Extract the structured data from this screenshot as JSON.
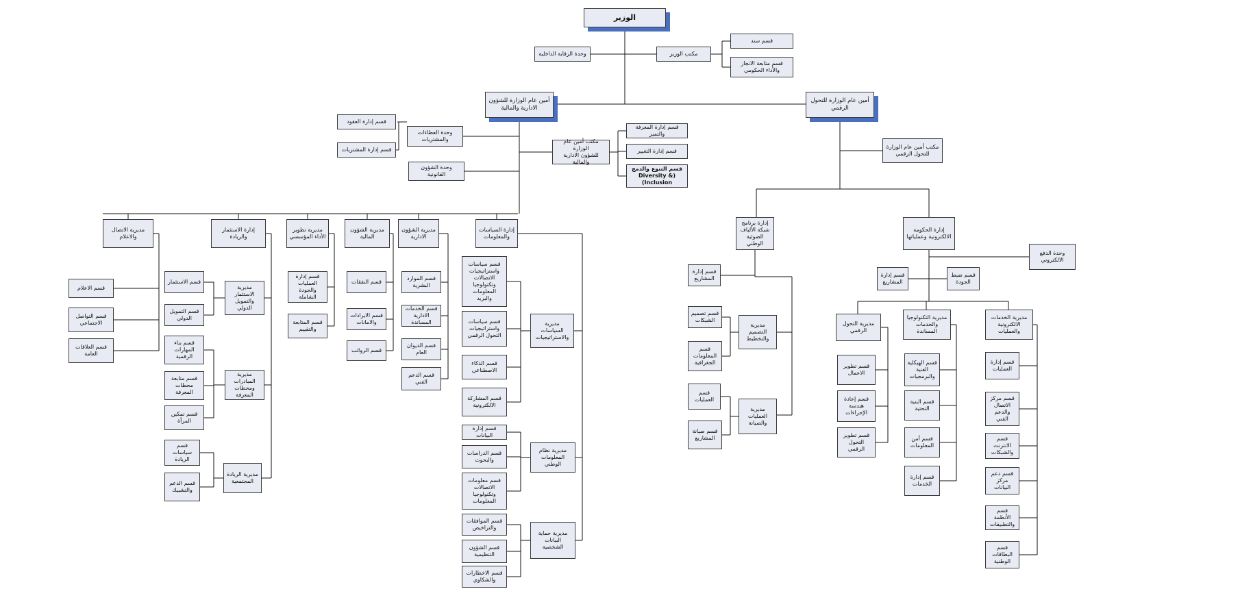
{
  "chart": {
    "nodes": [
      {
        "id": "minister",
        "label": "الوزير",
        "bold": true,
        "shadow": true
      },
      {
        "id": "office",
        "label": "مكتب الوزير"
      },
      {
        "id": "sanad",
        "label": "قسم سند"
      },
      {
        "id": "followup",
        "label": "قسم متابعة الانجاز\nوالأداء الحكومي"
      },
      {
        "id": "audit",
        "label": "وحدة الرقابة الداخلية"
      },
      {
        "id": "sg_admin",
        "label": "أمين عام الوزارة للشؤون\nالادارية والمالية",
        "shadow": true
      },
      {
        "id": "sg_digital",
        "label": "أمين عام الوزارة للتحول\nالرقمي",
        "shadow": true
      },
      {
        "id": "contracts",
        "label": "قسم إدارة العقود"
      },
      {
        "id": "procure_unit",
        "label": "وحدة العطاءات\nوالمشتريات"
      },
      {
        "id": "purchases",
        "label": "قسم إدارة المشتريات"
      },
      {
        "id": "legal",
        "label": "وحدة الشؤون\nالقانونية"
      },
      {
        "id": "sg_admin_office",
        "label": "مكتب أمين عام الوزارة\nللشؤون الادارية والمالية"
      },
      {
        "id": "knowledge",
        "label": "قسم إدارة المعرفة والتميز"
      },
      {
        "id": "change",
        "label": "قسم إدارة التغيير"
      },
      {
        "id": "diversity",
        "label": "قسم التنوع والدمج\n(Diversity & Inclusion)",
        "bold": true
      },
      {
        "id": "sg_digital_office",
        "label": "مكتب أمين عام الوزارة\nللتحول الرقمي"
      },
      {
        "id": "comm",
        "label": "مديرية الاتصال\nوالاعلام"
      },
      {
        "id": "invest",
        "label": "إدارة الاستثمار والريادة"
      },
      {
        "id": "instdev",
        "label": "مديرية تطوير\nالأداء المؤسسي"
      },
      {
        "id": "finance",
        "label": "مديرية الشؤون\nالمالية"
      },
      {
        "id": "adminaff",
        "label": "مديرية الشؤون\nالادارية"
      },
      {
        "id": "policies",
        "label": "إدارة السياسات\nوالمعلومات"
      },
      {
        "id": "media",
        "label": "قسم الاعلام"
      },
      {
        "id": "social",
        "label": "قسم التواصل\nالاجتماعي"
      },
      {
        "id": "pr",
        "label": "قسم العلاقات\nالعامة"
      },
      {
        "id": "invest_sec",
        "label": "قسم الاستثمار"
      },
      {
        "id": "intl_fund",
        "label": "قسم التمويل\nالدولي"
      },
      {
        "id": "dir_invest",
        "label": "مديرية الاستثمار\nوالتمويل الدولي"
      },
      {
        "id": "digital_skills",
        "label": "قسم بناء\nالمهارات الرقمية"
      },
      {
        "id": "knowledge_st",
        "label": "قسم متابعة\nمحطات المعرفة"
      },
      {
        "id": "women",
        "label": "قسم تمكين\nالمرأة"
      },
      {
        "id": "dir_initiatives",
        "label": "مديرية المبادرات\nومحطات المعرفة"
      },
      {
        "id": "entre_pol",
        "label": "قسم سياسات\nالريادة"
      },
      {
        "id": "support_net",
        "label": "قسم الدعم\nوالتشبيك"
      },
      {
        "id": "dir_entre",
        "label": "مديرية الريادة\nالمجتمعية"
      },
      {
        "id": "ops_quality",
        "label": "قسم إدارة\nالعمليات\nوالجودة الشاملة"
      },
      {
        "id": "eval",
        "label": "قسم المتابعة\nوالتقييم"
      },
      {
        "id": "expenses",
        "label": "قسم النفقات"
      },
      {
        "id": "revenues",
        "label": "قسم الايرادات\nوالامانات"
      },
      {
        "id": "salaries",
        "label": "قسم الرواتب"
      },
      {
        "id": "hr",
        "label": "قسم الموارد\nالبشرية"
      },
      {
        "id": "admin_services",
        "label": "قسم الخدمات\nالادارية المساندة"
      },
      {
        "id": "diwan",
        "label": "قسم الديوان\nالعام"
      },
      {
        "id": "tech_support",
        "label": "قسم الدعم\nالفني"
      },
      {
        "id": "ict_pol",
        "label": "قسم سياسات\nواستراتيجيات\nالاتصالات\nوتكنولوجيا\nالمعلومات والبريد"
      },
      {
        "id": "dt_pol",
        "label": "قسم سياسات\nواستراتيجيات\nالتحول الرقمي"
      },
      {
        "id": "ai",
        "label": "قسم الذكاء\nالاصطناعي"
      },
      {
        "id": "eparticip",
        "label": "قسم المشاركة\nالالكترونية"
      },
      {
        "id": "dir_policies",
        "label": "مديرية السياسات\nوالاستراتيجيات"
      },
      {
        "id": "data_mgmt",
        "label": "قسم إدارة البيانات"
      },
      {
        "id": "studies",
        "label": "قسم الدراسات\nوالبحوث"
      },
      {
        "id": "ict_info",
        "label": "قسم معلومات\nالاتصالات\nوتكنولوجيا\nالمعلومات"
      },
      {
        "id": "dir_nis",
        "label": "مديرية نظام\nالمعلومات الوطني"
      },
      {
        "id": "approvals",
        "label": "قسم الموافقات\nوالتراخيص"
      },
      {
        "id": "reg_aff",
        "label": "قسم الشؤون\nالتنظيمية"
      },
      {
        "id": "notices",
        "label": "قسم الاخطارات\nوالشكاوي"
      },
      {
        "id": "dir_pdp",
        "label": "مديرية حماية\nالبيانات\nالشخصية"
      },
      {
        "id": "fiber",
        "label": "إدارة برنامج\nشبكة الألياف\nالضوئية الوطني"
      },
      {
        "id": "egov",
        "label": "إدارة الحكومة\nالالكترونية وعملياتها"
      },
      {
        "id": "epay",
        "label": "وحدة الدفع\nالالكتروني"
      },
      {
        "id": "fiber_proj",
        "label": "قسم إدارة\nالمشاريع"
      },
      {
        "id": "net_design",
        "label": "قسم تصميم\nالشبكات"
      },
      {
        "id": "geo",
        "label": "قسم\nالمعلومات\nالجغرافية"
      },
      {
        "id": "dir_design",
        "label": "مديرية\nالتصميم\nوالتخطيط"
      },
      {
        "id": "fiber_ops",
        "label": "قسم\nالعمليات"
      },
      {
        "id": "proj_maint",
        "label": "قسم صيانة\nالمشاريع"
      },
      {
        "id": "dir_opsmaint",
        "label": "مديرية\nالعمليات\nوالصيانة"
      },
      {
        "id": "egov_proj",
        "label": "قسم إدارة\nالمشاريع"
      },
      {
        "id": "qc",
        "label": "قسم ضبط\nالجودة"
      },
      {
        "id": "dir_dt",
        "label": "مديرية التحول\nالرقمي"
      },
      {
        "id": "dir_tech",
        "label": "مديرية التكنولوجيا\nوالخدمات المساندة"
      },
      {
        "id": "dir_eservices",
        "label": "مديرية الخدمات\nالالكترونية\nوالعمليات"
      },
      {
        "id": "biz_dev",
        "label": "قسم تطوير\nالاعمال"
      },
      {
        "id": "reeng",
        "label": "قسم إعادة\nهندسة\nالإجراءات"
      },
      {
        "id": "dt_dev",
        "label": "قسم تطوير\nالتحول الرقمي"
      },
      {
        "id": "arch",
        "label": "قسم الهيكلية\nالفنية\nوالبرمجيات"
      },
      {
        "id": "infra",
        "label": "قسم البنية\nالتحتية"
      },
      {
        "id": "infosec",
        "label": "قسم أمن\nالمعلومات"
      },
      {
        "id": "svc_mgmt",
        "label": "قسم إدارة\nالخدمات"
      },
      {
        "id": "ops_mgmt",
        "label": "قسم إدارة\nالعمليات"
      },
      {
        "id": "contact",
        "label": "قسم مركز\nالاتصال\nوالدعم الفني"
      },
      {
        "id": "internet",
        "label": "قسم الانترنت\nوالشبكات"
      },
      {
        "id": "dc",
        "label": "قسم دعم\nمركز البيانات"
      },
      {
        "id": "systems",
        "label": "قسم الأنظمة\nوالتطبيقات"
      },
      {
        "id": "id_cards",
        "label": "قسم\nالبطاقات\nالوطنية"
      }
    ]
  }
}
